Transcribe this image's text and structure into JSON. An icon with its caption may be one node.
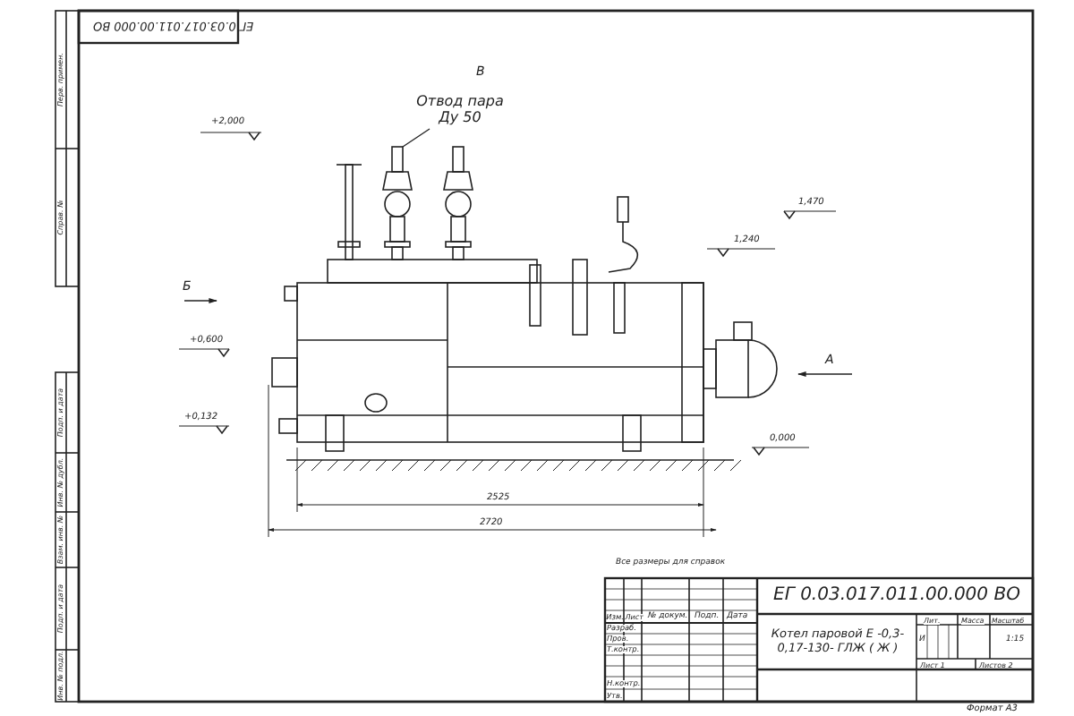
{
  "diagram": {
    "nodes": [
      {
        "text": [
          "Отвод пара Ду 50"
        ]
      },
      {
        "text": [],
        "shape": "picture"
      }
    ],
    "edges": [
      {
        "from": 0,
        "to": 1,
        "arrow": "none"
      }
    ],
    "labels": [
      "ЕГ 0.03.017.011.00.000 ВО",
      "В",
      "+2,000",
      "1,470",
      "1,240",
      "Б",
      "+0,600",
      "А",
      "+0,132",
      "0,000",
      "2525",
      "2720",
      "Все размеры для справок",
      "ЕГ 0.03.017.011.00.000 ВО",
      "Изм.",
      "Лист",
      "№ докум.",
      "Подп.",
      "Дата",
      "Котел паровой Е -0,3-0,17-130- ГЛЖ ( Ж )",
      "Лит.",
      "Масса",
      "Масштаб",
      "Разраб.",
      "Пров.",
      "И",
      "1:15",
      "Т.контр.",
      "Лист 1",
      "Листов 2",
      "Н.контр.",
      "Утв.",
      "Формат А3",
      "Перв. примен.",
      "Справ. №",
      "Подп. и дата",
      "Инв. № дубл.",
      "Взам. инв. №",
      "Подп. и дата",
      "Инв. № подл."
    ]
  }
}
